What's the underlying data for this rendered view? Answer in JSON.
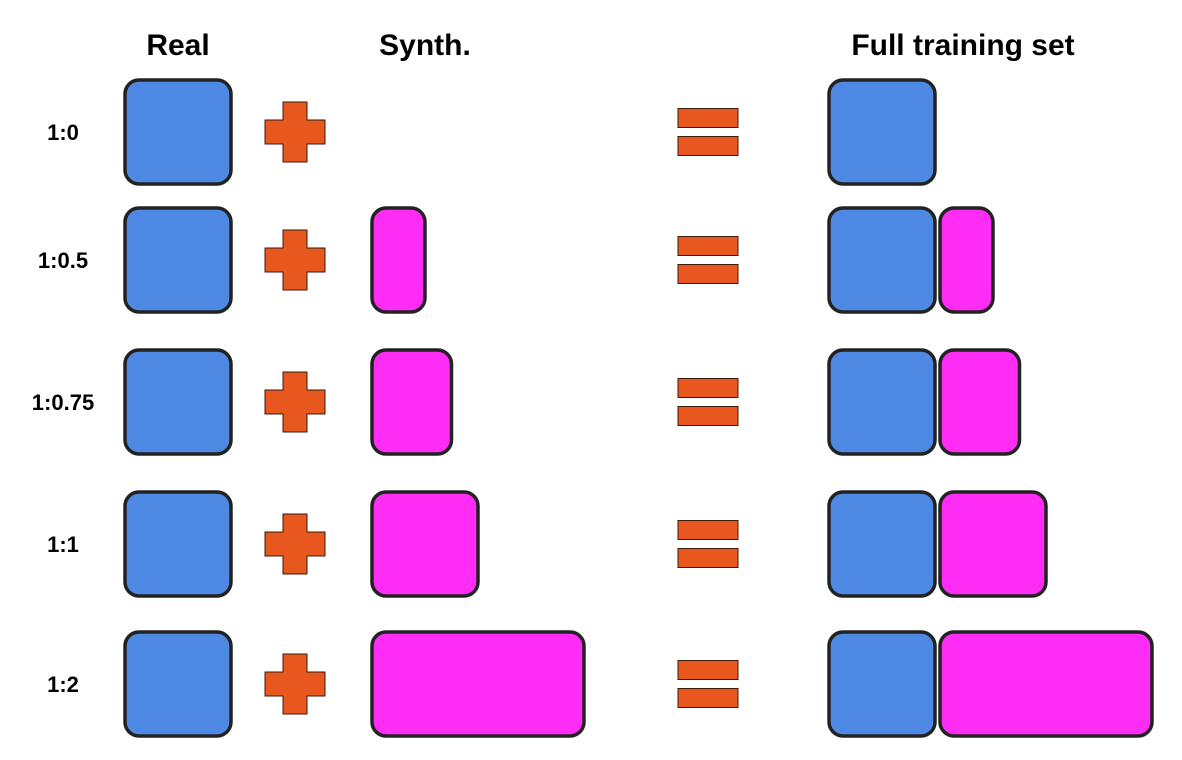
{
  "headers": {
    "real": "Real",
    "synth": "Synth.",
    "full": "Full training set"
  },
  "colors": {
    "real_fill": "#4e8ae3",
    "synth_fill": "#ff2cf5",
    "operator_fill": "#e8571d",
    "outline": "#222222"
  },
  "icons": {
    "plus": "plus-icon",
    "equals": "equals-icon"
  },
  "rows": [
    {
      "label": "1:0",
      "real": 1,
      "synth": 0
    },
    {
      "label": "1:0.5",
      "real": 1,
      "synth": 0.5
    },
    {
      "label": "1:0.75",
      "real": 1,
      "synth": 0.75
    },
    {
      "label": "1:1",
      "real": 1,
      "synth": 1
    },
    {
      "label": "1:2",
      "real": 1,
      "synth": 2
    }
  ]
}
